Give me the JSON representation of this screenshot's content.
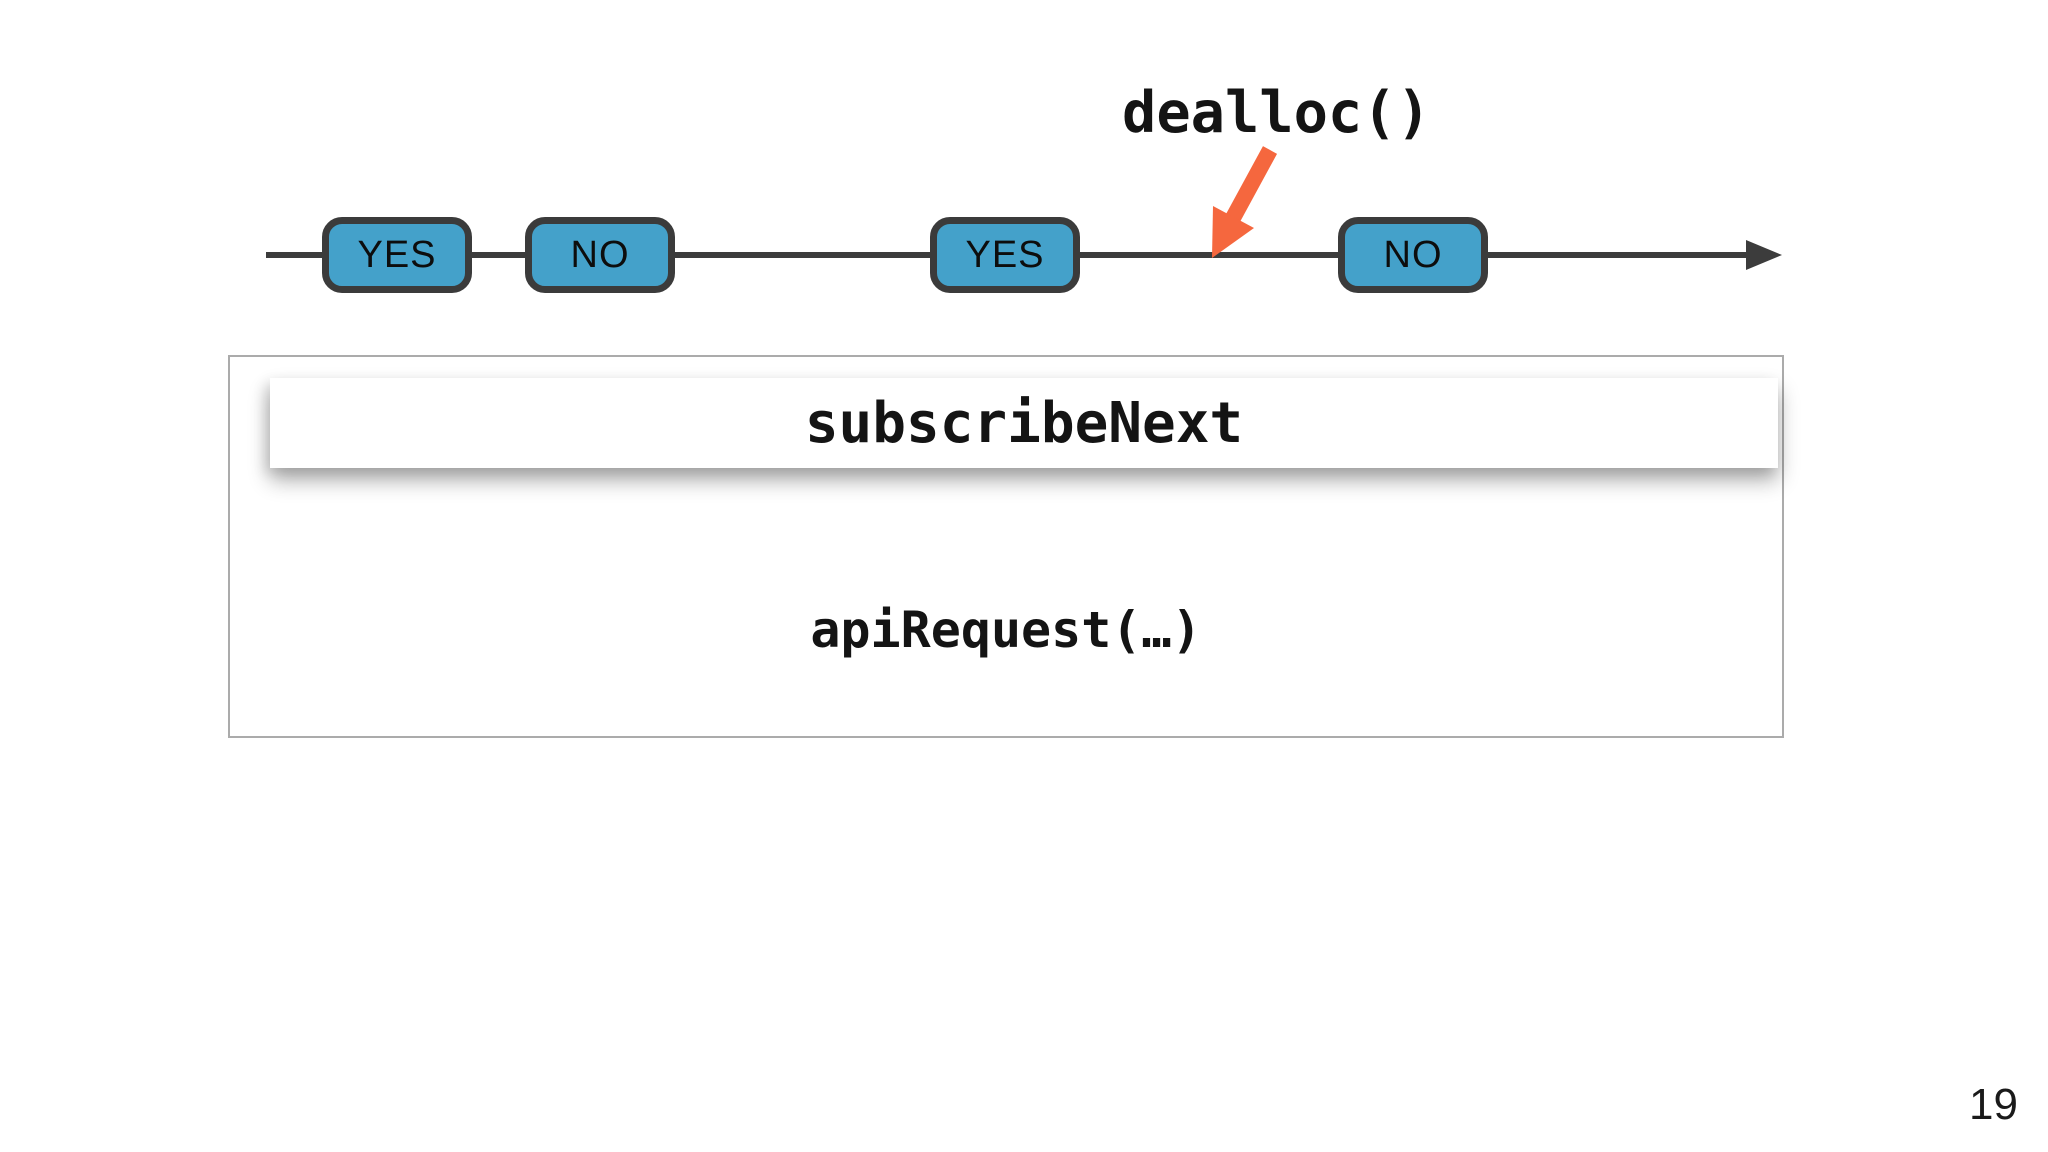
{
  "page_number": "19",
  "timeline": {
    "annotation_label": "dealloc()",
    "events": [
      {
        "label": "YES"
      },
      {
        "label": "NO"
      },
      {
        "label": "YES"
      },
      {
        "label": "NO"
      }
    ]
  },
  "subscription_box": {
    "header_label": "subscribeNext",
    "body_label": "apiRequest(…)"
  },
  "icons": {
    "timeline_arrowhead": "right-arrowhead",
    "dealloc_arrow": "diagonal-down-left-arrow"
  },
  "colors": {
    "event_fill": "#44a1ca",
    "diagram_stroke": "#3b3b3b",
    "annotation_arrow": "#f5673e",
    "box_border": "#ababab",
    "background": "#ffffff",
    "text": "#141414"
  }
}
